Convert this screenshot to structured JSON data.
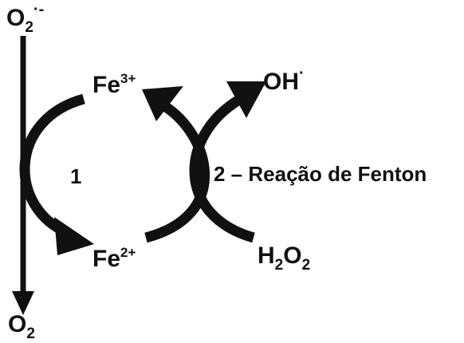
{
  "species": {
    "superoxide": {
      "base": "O",
      "sub": "2",
      "sup": "·-"
    },
    "oxygen": {
      "base": "O",
      "sub": "2"
    },
    "fe3": {
      "base": "Fe",
      "sup": "3+"
    },
    "fe2": {
      "base": "Fe",
      "sup": "2+"
    },
    "hydroxyl": {
      "base": "OH",
      "sup": "·"
    },
    "h2o2": {
      "base1": "H",
      "sub1": "2",
      "base2": "O",
      "sub2": "2"
    }
  },
  "labels": {
    "reaction1": "1",
    "reaction2": "2 – Reação de Fenton"
  },
  "colors": {
    "ink": "#111111",
    "background": "#ffffff"
  }
}
